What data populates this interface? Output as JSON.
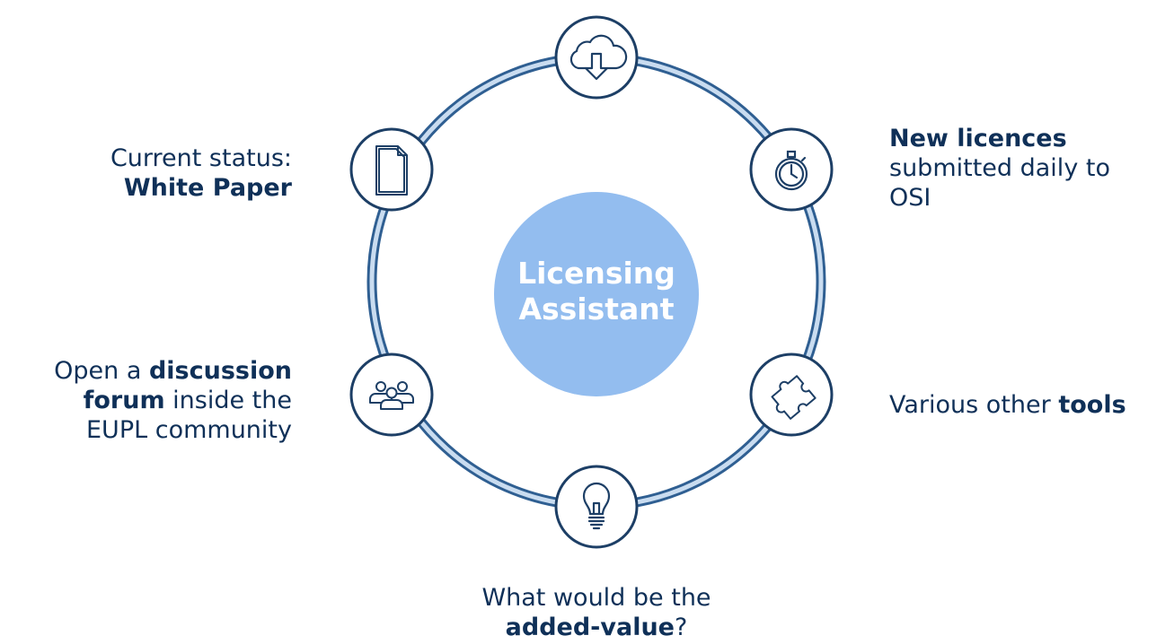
{
  "center": {
    "line1": "Licensing",
    "line2": "Assistant"
  },
  "nodes": [
    {
      "icon": "cloud-download-icon"
    },
    {
      "icon": "stopwatch-icon"
    },
    {
      "icon": "puzzle-piece-icon"
    },
    {
      "icon": "lightbulb-icon"
    },
    {
      "icon": "people-group-icon"
    },
    {
      "icon": "document-icon"
    }
  ],
  "labels": {
    "current_status": {
      "line1": "Current status:",
      "line2_bold": "White Paper"
    },
    "new_licences": {
      "bold": "New licences",
      "line2": "submitted daily to",
      "line3": "OSI"
    },
    "discussion": {
      "l1_plain": "Open a ",
      "l1_bold": "discussion",
      "l2_bold": "forum",
      "l2_plain": " inside the",
      "l3": "EUPL community"
    },
    "tools": {
      "plain": "Various other ",
      "bold": "tools"
    },
    "added_value": {
      "line1": "What would be the",
      "bold": "added-value",
      "suffix": "?"
    }
  },
  "colors": {
    "ring_outer": "#3b6a9a",
    "ring_inner": "#c9dcf0",
    "node_border": "#1d3f66",
    "center_fill": "#93bdef",
    "text": "#0f3058"
  }
}
